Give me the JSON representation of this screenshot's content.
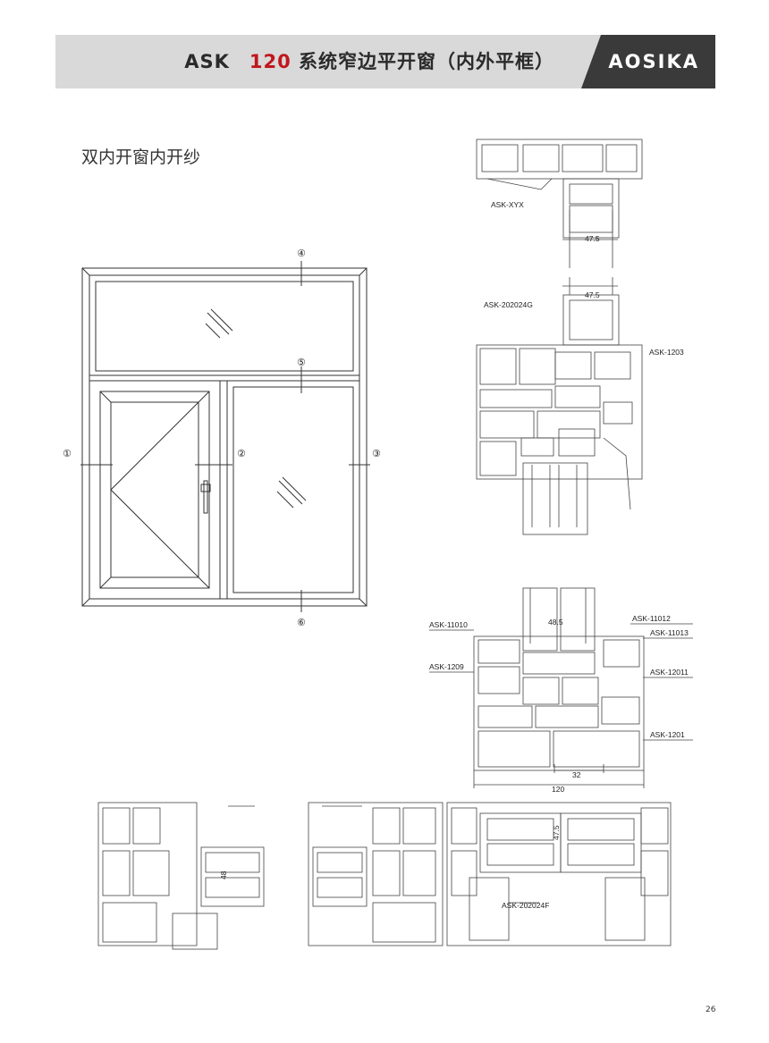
{
  "header": {
    "brand_prefix": "ASK",
    "series_number": "120",
    "series_title": "系统窄边平开窗（内外平框）",
    "logo": "AOSIKA",
    "accent_color": "#c0171d",
    "band_color": "#d9d9d9",
    "logo_bg": "#3a3a3a"
  },
  "section_title": "双内开窗内开纱",
  "elevation": {
    "markers": [
      "④",
      "⑤",
      "①",
      "②",
      "③",
      "⑥"
    ]
  },
  "sections": {
    "top": {
      "profiles": [
        "ASK-XYX",
        "ASK-202024G",
        "ASK-1203"
      ],
      "dimensions": [
        "47.5",
        "47.5"
      ]
    },
    "middle": {
      "profiles": [
        "ASK-11010",
        "ASK-1209",
        "ASK-11012",
        "ASK-11013",
        "ASK-12011",
        "ASK-1201"
      ],
      "dimensions": [
        "48.5",
        "32",
        "120"
      ]
    },
    "bottom": {
      "profiles": [
        "ASK-202024F"
      ],
      "dimensions": [
        "47.5",
        "48"
      ]
    }
  },
  "page_number": "26"
}
